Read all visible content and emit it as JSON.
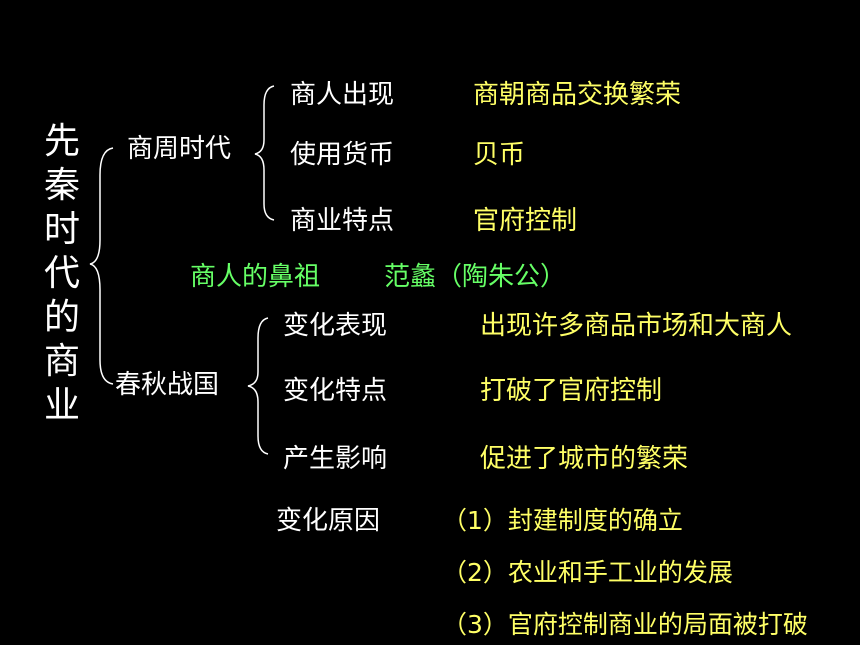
{
  "title": "先秦时代的商业",
  "branches": {
    "shang_zhou": {
      "label": "商周时代",
      "items": [
        {
          "label": "商人出现",
          "value": "商朝商品交换繁荣"
        },
        {
          "label": "使用货币",
          "value": "贝币"
        },
        {
          "label": "商业特点",
          "value": "官府控制"
        }
      ]
    },
    "ancestor": {
      "label": "商人的鼻祖",
      "value": "范蠡（陶朱公）"
    },
    "chunqiu": {
      "label": "春秋战国",
      "items": [
        {
          "label": "变化表现",
          "value": "出现许多商品市场和大商人"
        },
        {
          "label": "变化特点",
          "value": "打破了官府控制"
        },
        {
          "label": "产生影响",
          "value": "促进了城市的繁荣"
        }
      ]
    },
    "reasons": {
      "label": "变化原因",
      "items": [
        "（1）封建制度的确立",
        "（2）农业和手工业的发展",
        "（3）官府控制商业的局面被打破"
      ]
    }
  },
  "colors": {
    "background": "#000000",
    "label": "#ffffff",
    "value": "#ffff66",
    "highlight": "#66ff66"
  }
}
